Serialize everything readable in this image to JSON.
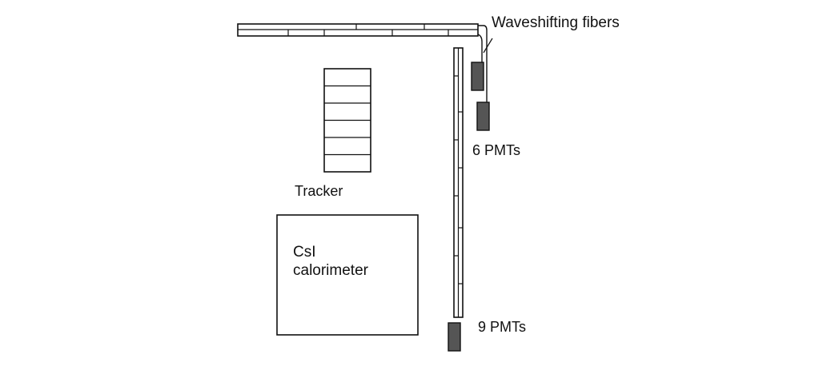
{
  "labels": {
    "waveshifting": "Waveshifting fibers",
    "pmts_top": "6 PMTs",
    "pmts_bottom": "9 PMTs",
    "tracker": "Tracker",
    "calorimeter_line1": "CsI",
    "calorimeter_line2": "calorimeter"
  },
  "colors": {
    "ink": "#111111",
    "pmt_fill": "#555555",
    "background": "#ffffff"
  }
}
